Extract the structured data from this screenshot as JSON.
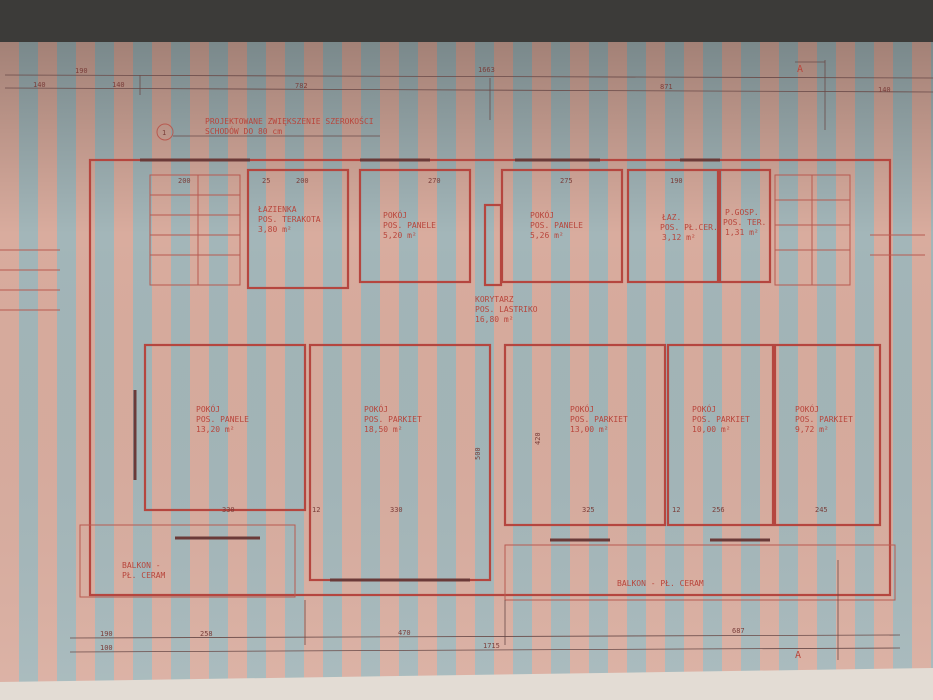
{
  "note": {
    "line1": "PROJEKTOWANE ZWIĘKSZENIE SZEROKOŚCI",
    "line2": "SCHODÓW DO 80 cm",
    "marker": "1"
  },
  "upper_rooms": [
    {
      "name": "ŁAZIENKA",
      "floor": "POS. TERAKOTA",
      "area": "3,80 m²"
    },
    {
      "name": "POKÓJ",
      "floor": "POS. PANELE",
      "area": "5,20 m²"
    },
    {
      "name": "POKÓJ",
      "floor": "POS. PANELE",
      "area": "5,26 m²"
    },
    {
      "name": "ŁAZ.",
      "floor": "POS. PŁ.CER.",
      "area": "3,12 m²"
    },
    {
      "name": "P.GOSP.",
      "floor": "POS. TER.",
      "area": "1,31 m²"
    }
  ],
  "corridor": {
    "name": "KORYTARZ",
    "floor": "POS. LASTRIKO",
    "area": "16,80 m²"
  },
  "lower_rooms": [
    {
      "name": "POKÓJ",
      "floor": "POS. PANELE",
      "area": "13,20 m²"
    },
    {
      "name": "POKÓJ",
      "floor": "POS. PARKIET",
      "area": "18,50 m²"
    },
    {
      "name": "POKÓJ",
      "floor": "POS. PARKIET",
      "area": "13,00 m²"
    },
    {
      "name": "POKÓJ",
      "floor": "POS. PARKIET",
      "area": "10,00 m²"
    },
    {
      "name": "POKÓJ",
      "floor": "POS. PARKIET",
      "area": "9,72 m²"
    }
  ],
  "balconies": [
    {
      "line1": "BALKON -",
      "line2": "PŁ. CERAM"
    },
    {
      "line1": "BALKON - PŁ. CERAM"
    }
  ],
  "section_marker": "A",
  "top_dims": {
    "row1": [
      "190",
      "1663"
    ],
    "row2": [
      "140",
      "140",
      "782",
      "871",
      "140"
    ]
  },
  "bottom_dims": {
    "row1": [
      "190",
      "258",
      "470",
      "687"
    ],
    "row2": [
      "100",
      "1715"
    ]
  },
  "inner_dims": [
    "200",
    "25",
    "200",
    "270",
    "275",
    "190",
    "330",
    "330",
    "325",
    "256",
    "245",
    "500",
    "420",
    "12",
    "12"
  ],
  "colors": {
    "paper_pink": "#d9aa9c",
    "paper_blue": "#9fb5ba",
    "ink_red": "#b5463f",
    "ink_dark": "#6a4a48"
  }
}
